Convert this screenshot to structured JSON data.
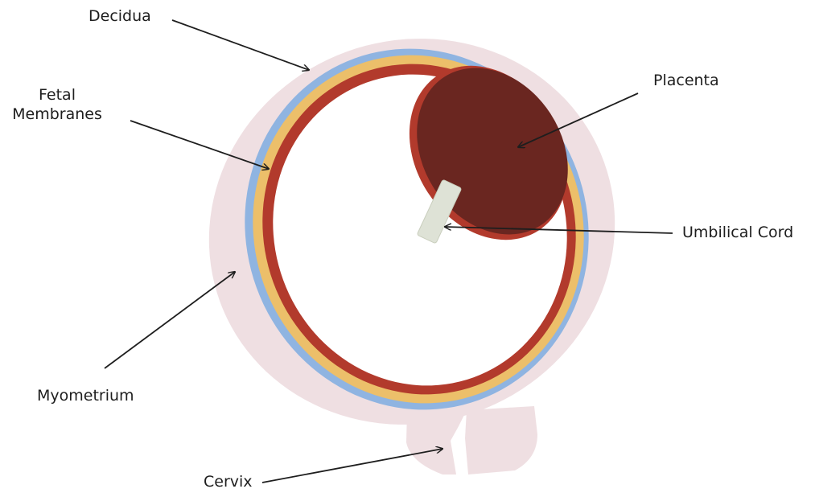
{
  "labels": {
    "decidua": "Decidua",
    "fetal_line1": "Fetal",
    "fetal_line2": "Membranes",
    "placenta": "Placenta",
    "umbilical_cord": "Umbilical Cord",
    "myometrium": "Myometrium",
    "cervix": "Cervix"
  },
  "colors": {
    "myometrium": "#efdfe2",
    "decidua": "#8fb4e1",
    "membrane_yellow": "#ecbf6a",
    "membrane_red": "#b23a2c",
    "placenta": "#6a2620",
    "cord": "#dee2d6",
    "arrow": "#1e1e1e"
  }
}
